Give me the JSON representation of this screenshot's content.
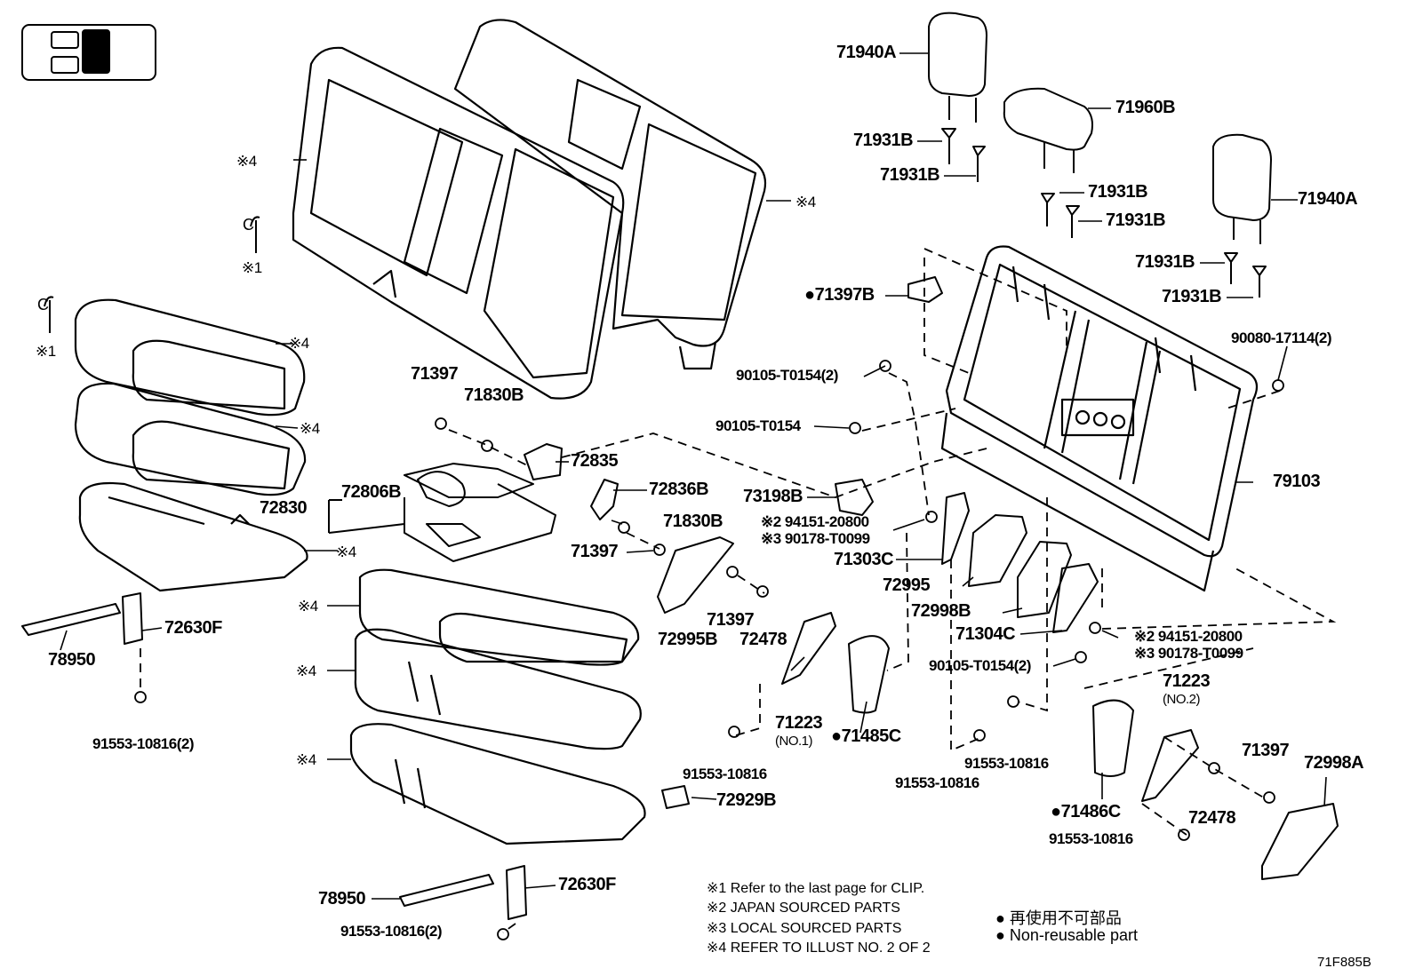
{
  "labels": {
    "p71940A_top": "71940A",
    "p71960B": "71960B",
    "p71931B_1": "71931B",
    "p71931B_2": "71931B",
    "p71931B_3": "71931B",
    "p71931B_4": "71931B",
    "p71940A_right": "71940A",
    "p71931B_5": "71931B",
    "p71931B_6": "71931B",
    "p71397B": "71397B",
    "p90080": "90080-17114(2)",
    "p90105_1": "90105-T0154(2)",
    "p90105_2": "90105-T0154",
    "p79103": "79103",
    "p73198B": "73198B",
    "p94151_a": "※2 94151-20800",
    "p90178_a": "※3 90178-T0099",
    "p71303C": "71303C",
    "p72995": "72995",
    "p72998B": "72998B",
    "p71304C": "71304C",
    "p94151_b": "※2 94151-20800",
    "p90178_b": "※3 90178-T0099",
    "p90105_3": "90105-T0154(2)",
    "p71223_no2": "71223",
    "p71223_no2_sub": "(NO.2)",
    "p71397_r": "71397",
    "p72998A": "72998A",
    "p72478_r": "72478",
    "p71486C": "71486C",
    "p91553_r": "91553-10816",
    "p91553_m1": "91553-10816",
    "p91553_m2": "91553-10816",
    "p71485C": "71485C",
    "p71223_no1": "71223",
    "p71223_no1_sub": "(NO.1)",
    "p91553_c": "91553-10816",
    "p72929B": "72929B",
    "p72478_c": "72478",
    "p71397_c": "71397",
    "p72995B": "72995B",
    "p71397_ml": "71397",
    "p71830B_ml": "71830B",
    "p72836B": "72836B",
    "p72835": "72835",
    "p71397_t": "71397",
    "p71830B_t": "71830B",
    "p72806B": "72806B",
    "p72830": "72830",
    "p72630F_l": "72630F",
    "p78950_l": "78950",
    "p91553_l": "91553-10816(2)",
    "p78950_b": "78950",
    "p72630F_b": "72630F",
    "p91553_b": "91553-10816(2)",
    "n4_a": "※4",
    "n4_b": "※4",
    "n1_a": "※1",
    "n1_b": "※1",
    "n4_c": "※4",
    "n4_d": "※4",
    "n4_e": "※4",
    "n4_f": "※4",
    "n4_g": "※4",
    "n4_h": "※4"
  },
  "notes": {
    "n1": "※1  Refer to the last page for CLIP.",
    "n2": "※2 JAPAN SOURCED PARTS",
    "n3": "※3 LOCAL SOURCED PARTS",
    "n4": "※4 REFER TO ILLUST NO. 2 OF 2"
  },
  "legend": {
    "jp": "再使用不可部品",
    "en": "Non-reusable part"
  },
  "clip_glyph": "C",
  "illustration_code": "71F885B"
}
